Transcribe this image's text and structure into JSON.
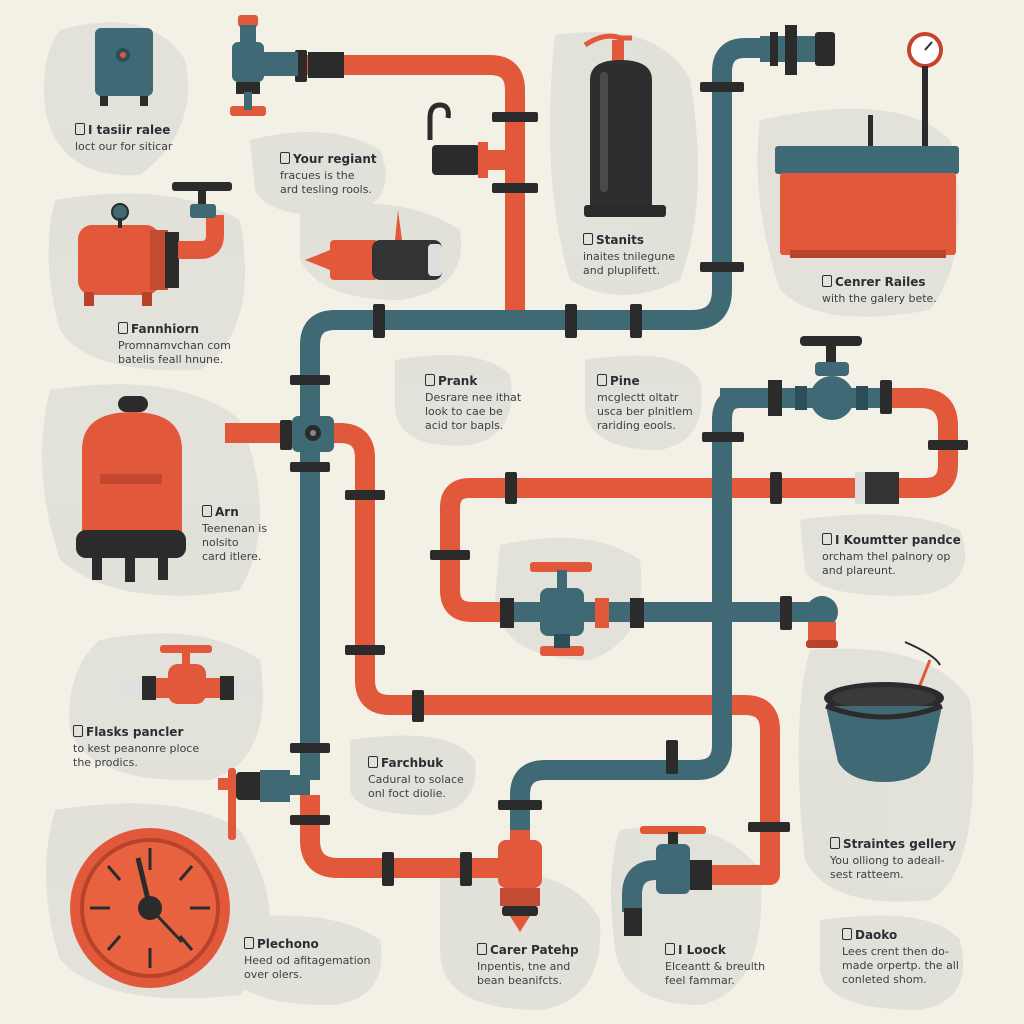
{
  "colors": {
    "background": "#f3f1e6",
    "blob": "#dcdcd5",
    "orange_pipe": "#e2583a",
    "orange_dark": "#b8422a",
    "teal_pipe": "#3f6a75",
    "teal_dark": "#2c4e57",
    "coupling": "#2b2b2b"
  },
  "labels": [
    {
      "id": "tank-rules",
      "title": "I tasiir ralee",
      "lines": [
        "loct our for siticar"
      ]
    },
    {
      "id": "your-regiant",
      "title": "Your regiant",
      "lines": [
        "fracues is the",
        "ard tesling rools."
      ]
    },
    {
      "id": "stanits",
      "title": "Stanits",
      "lines": [
        "inaites tnilegune",
        "and pluplifett."
      ]
    },
    {
      "id": "center-rules",
      "title": "Cenrer Railes",
      "lines": [
        "with the galery bete."
      ]
    },
    {
      "id": "fannhiorn",
      "title": "Fannhiorn",
      "lines": [
        "Promnamvchan com",
        "batelis feall hnune."
      ]
    },
    {
      "id": "prank",
      "title": "Prank",
      "lines": [
        "Desrare nee ithat",
        "look to cae be",
        "acid tor bapls."
      ]
    },
    {
      "id": "pine",
      "title": "Pine",
      "lines": [
        "mcglectt oltatr",
        "usca ber plnitlem",
        "rariding eools."
      ]
    },
    {
      "id": "arm",
      "title": "Arn",
      "lines": [
        "Teenenan is",
        "nolsito",
        "card itlere."
      ]
    },
    {
      "id": "kounter-pandce",
      "title": "I Koumtter pandce",
      "lines": [
        "orcham thel palnory op",
        "and plareunt."
      ]
    },
    {
      "id": "flasks-pancler",
      "title": "Flasks pancler",
      "lines": [
        "to kest peanonre ploce",
        "the prodics."
      ]
    },
    {
      "id": "farchbuk",
      "title": "Farchbuk",
      "lines": [
        "Cadural to solace",
        "onl foct diolie."
      ]
    },
    {
      "id": "stranites-gallery",
      "title": "Straintes gellery",
      "lines": [
        "You olliong to adeall-",
        "sest ratteem."
      ]
    },
    {
      "id": "plechono",
      "title": "Plechono",
      "lines": [
        "Heed od afitagemation",
        "over olers."
      ]
    },
    {
      "id": "carer-patehp",
      "title": "Carer Patehp",
      "lines": [
        "Inpentis, tne and",
        "bean beanifcts."
      ]
    },
    {
      "id": "lock",
      "title": "I Loock",
      "lines": [
        "Elceantt & breulth",
        "feel fammar."
      ]
    },
    {
      "id": "daoko",
      "title": "Daoko",
      "lines": [
        "Lees crent then do-",
        "made orpertp. the all",
        "conleted shom."
      ]
    }
  ],
  "devices": [
    {
      "id": "control-box",
      "icon": "control-box-icon"
    },
    {
      "id": "top-valve",
      "icon": "valve-icon"
    },
    {
      "id": "hook-fitting",
      "icon": "hook-fitting-icon"
    },
    {
      "id": "gas-cylinder",
      "icon": "gas-cylinder-icon"
    },
    {
      "id": "top-right-valve",
      "icon": "valve-icon"
    },
    {
      "id": "pressure-gauge",
      "icon": "pressure-gauge-icon"
    },
    {
      "id": "water-tank",
      "icon": "water-tank-icon"
    },
    {
      "id": "pump",
      "icon": "pump-icon"
    },
    {
      "id": "nozzle",
      "icon": "nozzle-icon"
    },
    {
      "id": "water-heater",
      "icon": "water-heater-icon"
    },
    {
      "id": "mid-valve",
      "icon": "valve-icon"
    },
    {
      "id": "right-valve",
      "icon": "valve-icon"
    },
    {
      "id": "small-valve",
      "icon": "valve-icon"
    },
    {
      "id": "side-valve",
      "icon": "valve-icon"
    },
    {
      "id": "bucket",
      "icon": "bucket-icon"
    },
    {
      "id": "clock-dial",
      "icon": "clock-dial-icon"
    },
    {
      "id": "bottom-drain",
      "icon": "drain-icon"
    },
    {
      "id": "faucet",
      "icon": "faucet-icon"
    }
  ]
}
